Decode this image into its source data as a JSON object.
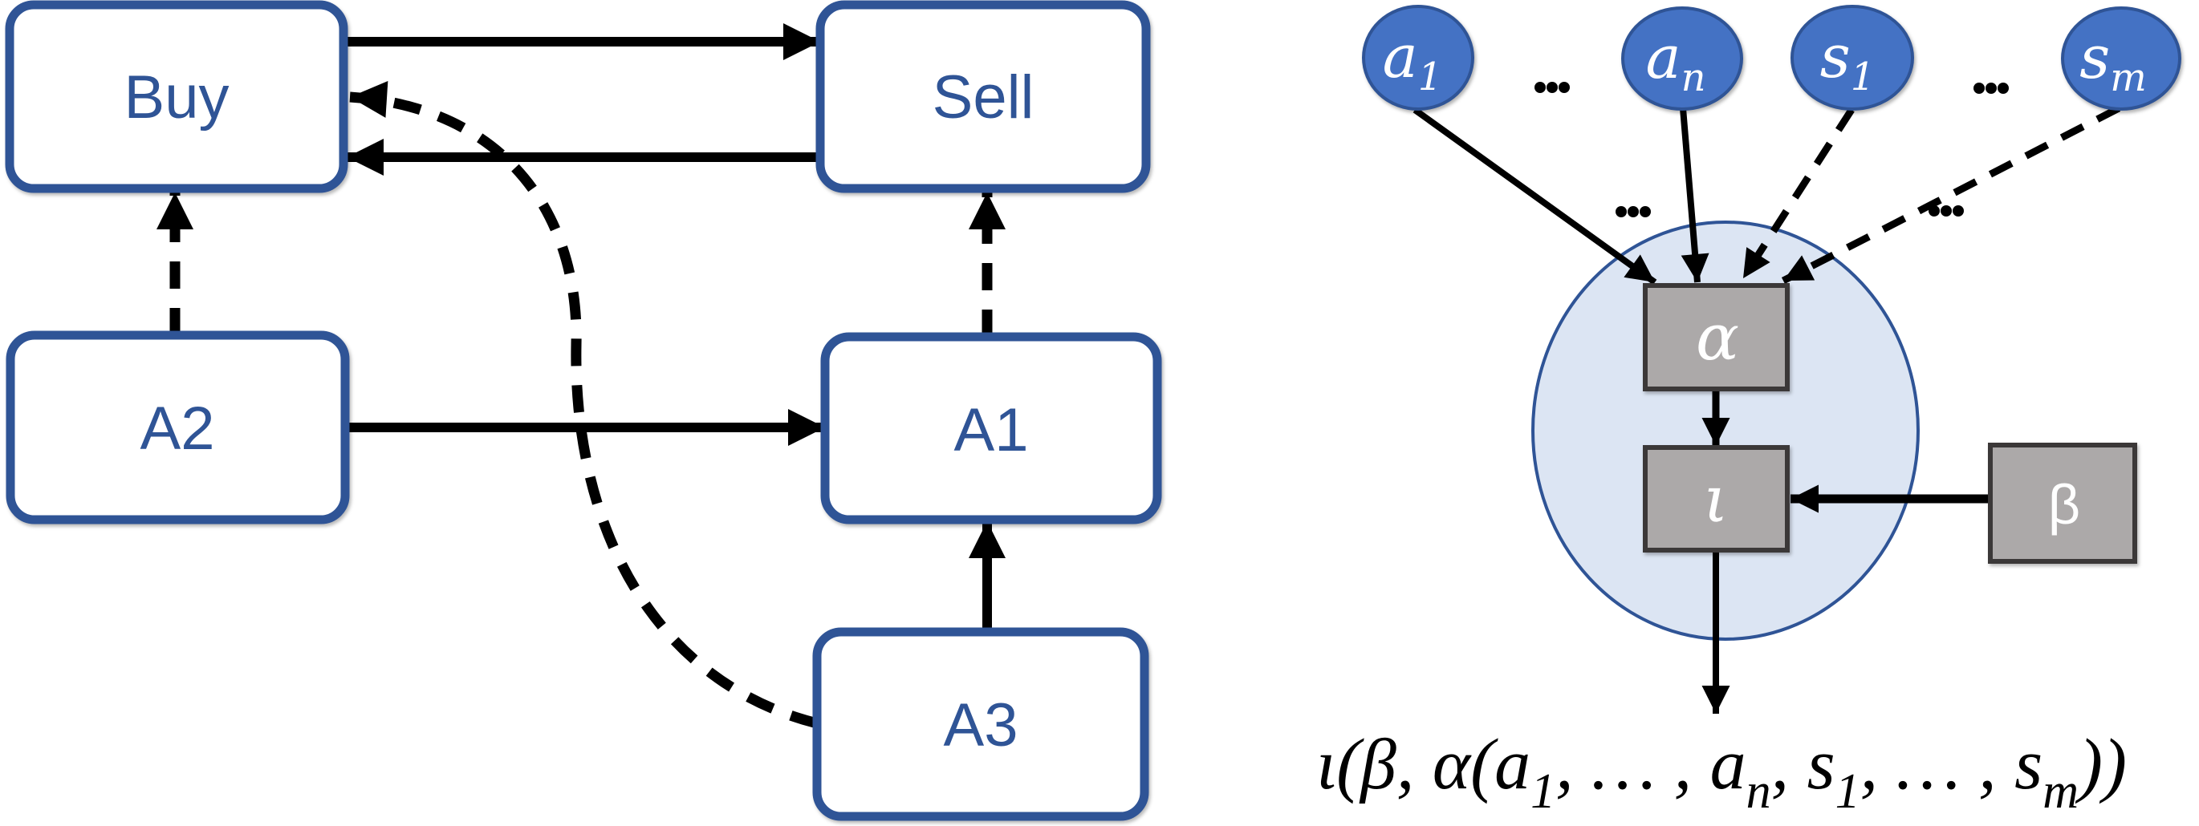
{
  "colors": {
    "blue": "#2F5496",
    "medblue": "#4472C4",
    "lightblue": "#DCE5F3",
    "grayfill": "#ACA9A9",
    "grayborder": "#3B3838",
    "arrow": "#000000",
    "paper": "#FFFFFF"
  },
  "left": {
    "nodes": [
      {
        "id": "buy",
        "label": "Buy"
      },
      {
        "id": "sell",
        "label": "Sell"
      },
      {
        "id": "a2",
        "label": "A2"
      },
      {
        "id": "a1",
        "label": "A1"
      },
      {
        "id": "a3",
        "label": "A3"
      }
    ],
    "edges": [
      {
        "from": "Buy",
        "to": "Sell",
        "style": "solid"
      },
      {
        "from": "Sell",
        "to": "Buy",
        "style": "solid"
      },
      {
        "from": "A2",
        "to": "Buy",
        "style": "dashed"
      },
      {
        "from": "A2",
        "to": "A1",
        "style": "solid"
      },
      {
        "from": "A1",
        "to": "Sell",
        "style": "dashed"
      },
      {
        "from": "A3",
        "to": "A1",
        "style": "solid"
      },
      {
        "from": "A3",
        "to": "Buy",
        "style": "dashed"
      }
    ]
  },
  "right": {
    "inputs": [
      {
        "id": "a1",
        "main": "a",
        "sub": "1",
        "edge_style": "solid"
      },
      {
        "id": "an",
        "main": "a",
        "sub": "n",
        "edge_style": "solid"
      },
      {
        "id": "s1",
        "main": "s",
        "sub": "1",
        "edge_style": "dashed"
      },
      {
        "id": "sm",
        "main": "s",
        "sub": "m",
        "edge_style": "dashed"
      }
    ],
    "dots": "…",
    "units": {
      "alpha": "α",
      "iota": "ι",
      "beta": "β"
    },
    "edges": [
      {
        "from": "a1",
        "to": "α",
        "style": "solid"
      },
      {
        "from": "an",
        "to": "α",
        "style": "solid"
      },
      {
        "from": "s1",
        "to": "α",
        "style": "dashed"
      },
      {
        "from": "sm",
        "to": "α",
        "style": "dashed"
      },
      {
        "from": "α",
        "to": "ι",
        "style": "solid"
      },
      {
        "from": "β",
        "to": "ι",
        "style": "solid"
      },
      {
        "from": "ι",
        "to": "output",
        "style": "solid"
      }
    ],
    "formula": {
      "parts": [
        {
          "text": "ι(β, α(a"
        },
        {
          "text": "1",
          "sub": true
        },
        {
          "text": ", … , a"
        },
        {
          "text": "n",
          "sub": true
        },
        {
          "text": ", s"
        },
        {
          "text": "1",
          "sub": true
        },
        {
          "text": ", … , s"
        },
        {
          "text": "m",
          "sub": true
        },
        {
          "text": "))"
        }
      ]
    }
  }
}
